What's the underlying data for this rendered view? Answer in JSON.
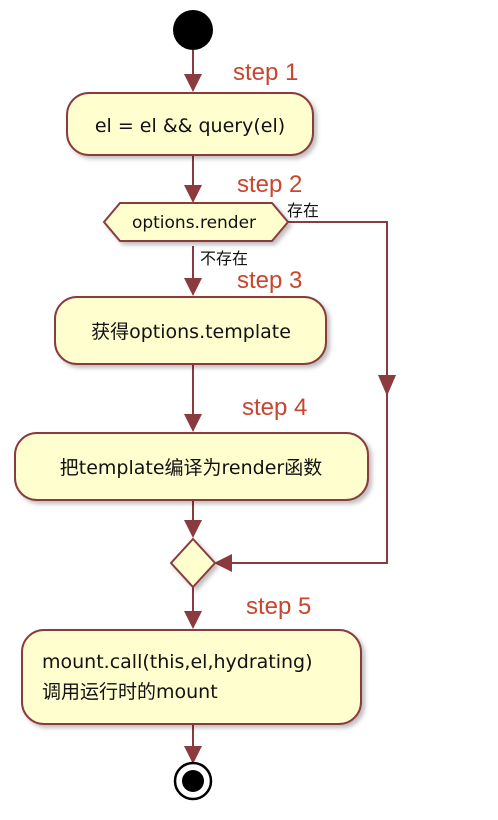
{
  "steps": {
    "s1": "step 1",
    "s2": "step 2",
    "s3": "step 3",
    "s4": "step 4",
    "s5": "step 5"
  },
  "nodes": {
    "query_el": "el = el && query(el)",
    "decision": "options.render",
    "get_template": "获得options.template",
    "compile": "把template编译为render函数",
    "mount_line1": "mount.call(this,el,hydrating)",
    "mount_line2": "调用运行时的mount"
  },
  "guards": {
    "exists": "存在",
    "not_exists": "不存在"
  },
  "colors": {
    "line": "#8b3a3e",
    "box_fill": "#fefece",
    "step_text": "#c8452e"
  }
}
